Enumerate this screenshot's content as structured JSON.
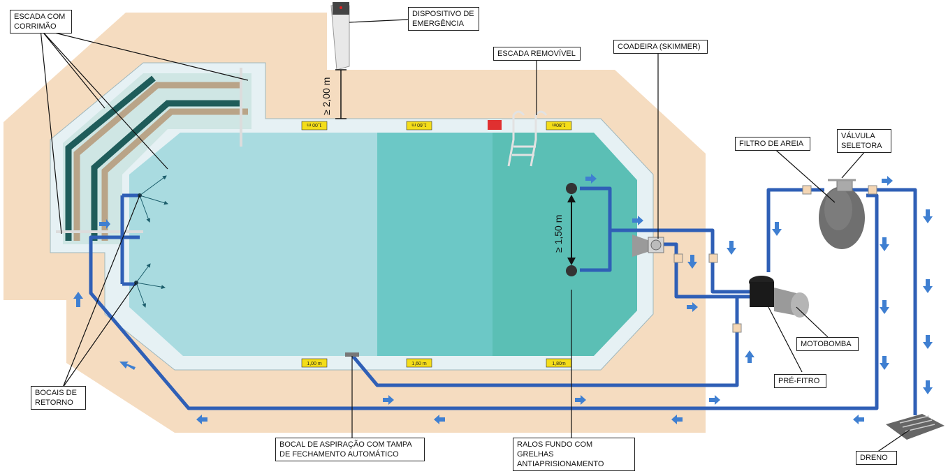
{
  "labels": {
    "escada_corrimao": "ESCADA COM\nCORRIMÃO",
    "dispositivo_emergencia": "DISPOSITIVO DE\nEMERGÊNCIA",
    "escada_removivel": "ESCADA REMOVÍVEL",
    "coadeira": "COADEIRA (SKIMMER)",
    "filtro_areia": "FILTRO DE AREIA",
    "valvula_seletora": "VÁLVULA\nSELETORA",
    "motobomba": "MOTOBOMBA",
    "pre_filtro": "PRÉ-FITRO",
    "dreno": "DRENO",
    "bocais_retorno": "BOCAIS DE\nRETORNO",
    "bocal_aspiracao": "BOCAL DE  ASPIRAÇÃO COM TAMPA\nDE FECHAMENTO AUTOMÁTICO",
    "ralos_fundo": "RALOS FUNDO COM GRELHAS\nANTIAPRISIONAMENTO"
  },
  "measurements": {
    "height_emergency": "≥ 2,00 m",
    "drain_spacing": "≥ 1,50 m"
  },
  "depth_markers": {
    "top": [
      "1,00 m",
      "1,60 m",
      "1,80m"
    ],
    "bottom": [
      "1,00 m",
      "1,60 m",
      "1,80m"
    ]
  },
  "colors": {
    "deck": "#f5dcc0",
    "pool_shallow": "#a9dbe0",
    "pool_middle": "#6cc8c6",
    "pool_deep": "#5bbfb5",
    "pipe": "#2f5fb6",
    "arrow": "#3f7fd1",
    "coping": "#e6f1f4",
    "steps_dark": "#1f5c5a",
    "steps_tan": "#b9a488"
  }
}
